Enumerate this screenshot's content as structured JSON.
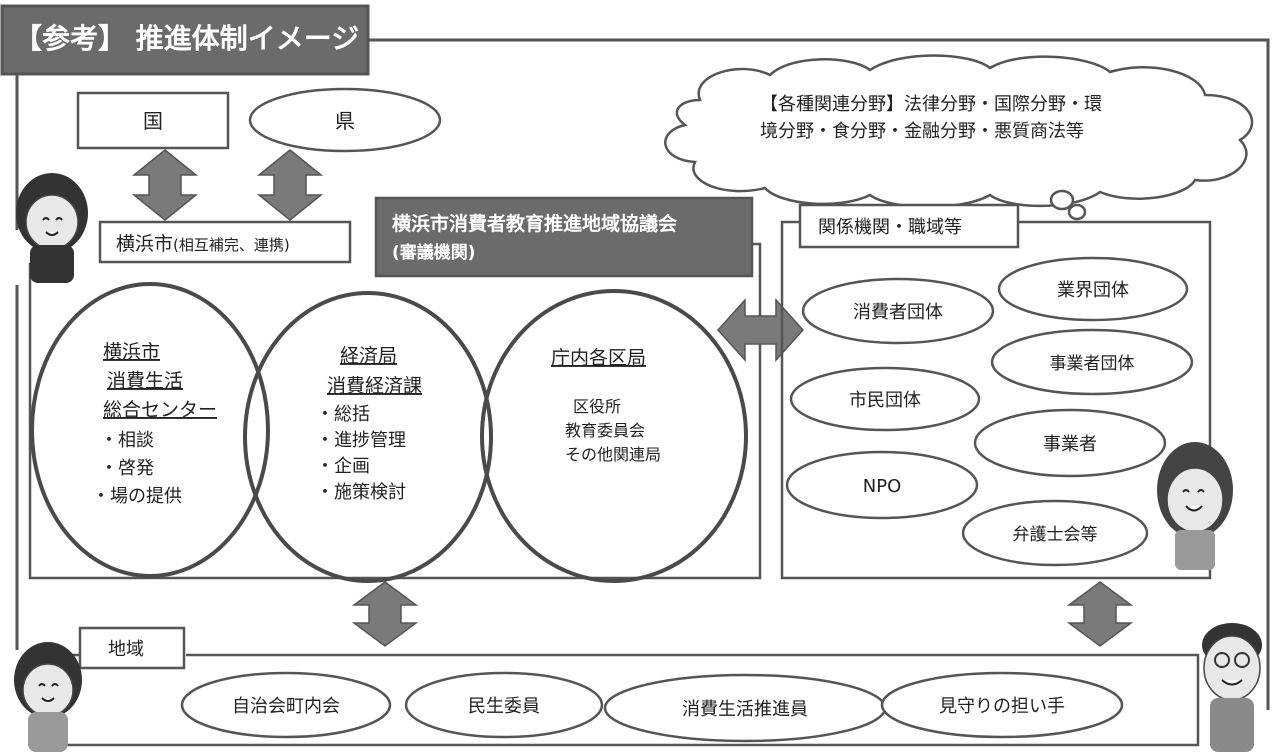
{
  "title_banner": "【参考】 推進体制イメージ",
  "national": "国",
  "prefecture": "県",
  "city": "横浜市",
  "city_note": "(相互補完、連携)",
  "council": {
    "line1": "横浜市消費者教育推進地域協議会",
    "line2": "(審議機関)"
  },
  "related_fields_cloud": {
    "line1": "【各種関連分野】法律分野・国際分野・環",
    "line2": "境分野・食分野・金融分野・悪質商法等"
  },
  "center_circle": {
    "title_lines": [
      "横浜市",
      "消費生活",
      "総合センター"
    ],
    "items": [
      "・相談",
      "・啓発",
      "・場の提供"
    ]
  },
  "economy_circle": {
    "title_lines": [
      "経済局",
      "消費経済課"
    ],
    "items": [
      "・総括",
      "・進捗管理",
      "・企画",
      "・施策検討"
    ]
  },
  "ward_circle": {
    "title": "庁内各区局",
    "items": [
      "区役所",
      "教育委員会",
      "その他関連局"
    ]
  },
  "related_orgs": {
    "title": "関係機関・職域等",
    "items": {
      "consumer_groups": "消費者団体",
      "industry_groups": "業界団体",
      "business_groups": "事業者団体",
      "citizen_groups": "市民団体",
      "businesses": "事業者",
      "npo": "NPO",
      "lawyers": "弁護士会等"
    }
  },
  "community": {
    "title": "地域",
    "items": [
      "自治会町内会",
      "民生委員",
      "消費生活推進員",
      "見守りの担い手"
    ]
  },
  "colors": {
    "banner_fill": "#6b6b6b",
    "arrow_fill": "#7a7a7a",
    "line": "#555555",
    "circle_stroke": "#4a4a4a"
  }
}
